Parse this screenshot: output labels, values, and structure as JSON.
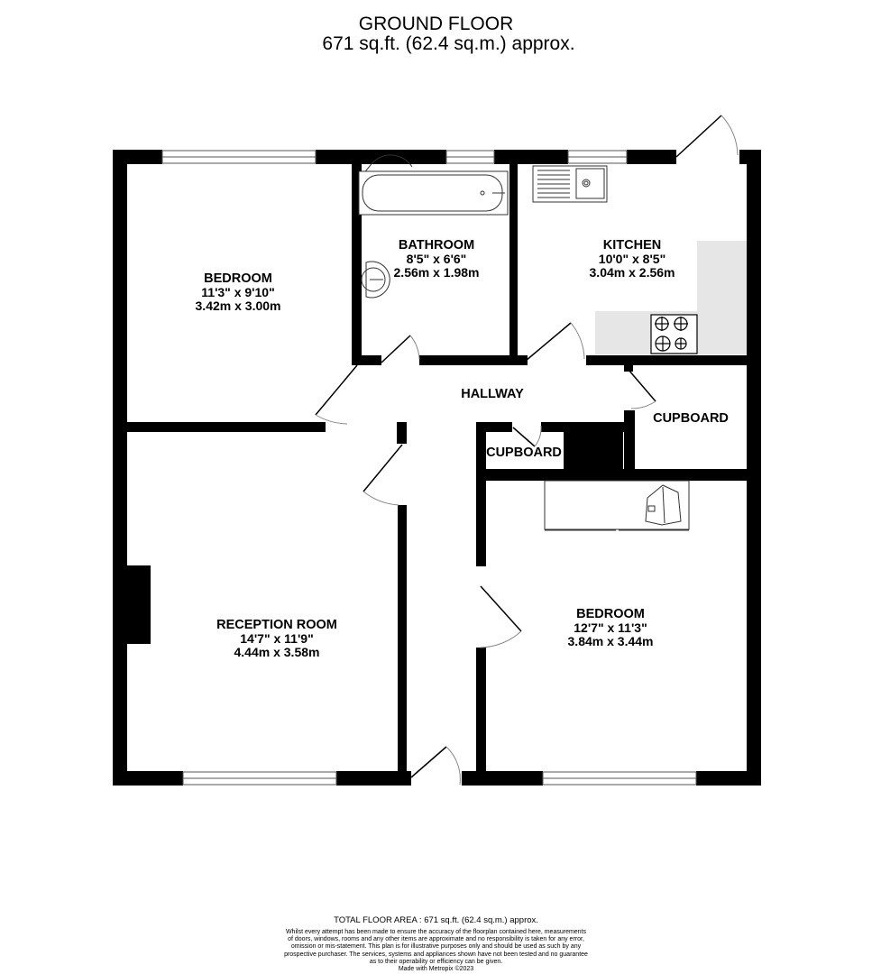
{
  "header": {
    "floor_name": "GROUND FLOOR",
    "floor_area": "671 sq.ft. (62.4 sq.m.) approx."
  },
  "rooms": [
    {
      "id": "bedroom-1",
      "name": "BEDROOM",
      "imperial": "11'3\"  x 9'10\"",
      "metric": "3.42m  x 3.00m"
    },
    {
      "id": "bathroom",
      "name": "BATHROOM",
      "imperial": "8'5\"  x 6'6\"",
      "metric": "2.56m  x 1.98m"
    },
    {
      "id": "kitchen",
      "name": "KITCHEN",
      "imperial": "10'0\"  x 8'5\"",
      "metric": "3.04m  x 2.56m"
    },
    {
      "id": "hallway",
      "name": "HALLWAY"
    },
    {
      "id": "cupboard-1",
      "name": "CUPBOARD"
    },
    {
      "id": "cupboard-2",
      "name": "CUPBOARD"
    },
    {
      "id": "reception",
      "name": "RECEPTION ROOM",
      "imperial": "14'7\"  x 11'9\"",
      "metric": "4.44m  x 3.58m"
    },
    {
      "id": "bedroom-2",
      "name": "BEDROOM",
      "imperial": "12'7\"  x 11'3\"",
      "metric": "3.84m  x 3.44m"
    }
  ],
  "footer": {
    "total_area": "TOTAL FLOOR AREA : 671 sq.ft. (62.4 sq.m.) approx.",
    "disclaimer_lines": [
      "Whilst every attempt has been made to ensure the accuracy of the floorplan contained here, measurements",
      "of doors, windows, rooms and any other items are approximate and no responsibility is taken for any error,",
      "omission or mis-statement. This plan is for illustrative purposes only and should be used as such by any",
      "prospective purchaser. The services, systems and appliances shown have not been tested and no guarantee",
      "as to their operability or efficiency can be given."
    ],
    "credit": "Made with Metropix ©2023"
  },
  "colors": {
    "wall": "#000000",
    "worktop": "#e6e6e6",
    "background": "#ffffff"
  }
}
